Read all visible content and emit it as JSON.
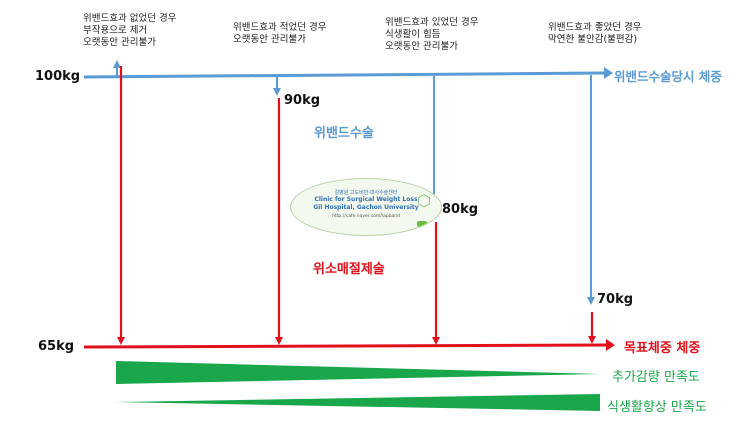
{
  "colors": {
    "blue": "#5b9bd5",
    "red": "#e0111b",
    "green": "#1aa64a",
    "text": "#111111"
  },
  "notes": [
    [
      "위밴드효과 없었던 경우",
      "부작용으로 제거",
      "오랫동안 관리불가"
    ],
    [
      "위밴드효과 적었던 경우",
      "오랫동안 관리불가"
    ],
    [
      "위밴드효과 있었던 경우",
      "식생활이 힘듬",
      "오랫동안 관리불가"
    ],
    [
      "위밴드효과 좋았던 경우",
      "막연한 불안감(불편감)"
    ]
  ],
  "weights": {
    "start": "100kg",
    "target": "65kg",
    "w90": "90kg",
    "w80": "80kg",
    "w70": "70kg"
  },
  "labels": {
    "band_surgery_weight": "위밴드수술당시 체중",
    "band_surgery": "위밴드수술",
    "sleeve_surgery": "위소매절제술",
    "target_weight": "목표체중 체중",
    "extra_loss_satisfaction": "추가감량 만족도",
    "diet_improvement_satisfaction": "식생활향상 만족도"
  },
  "logo": {
    "line1": "길병원 고도비만·대사수술센터",
    "line2": "Clinic for Surgical Weight Loss",
    "line3": "Gil Hospital, Gachon University",
    "line4": "http://cafe.naver.com/lapband"
  }
}
